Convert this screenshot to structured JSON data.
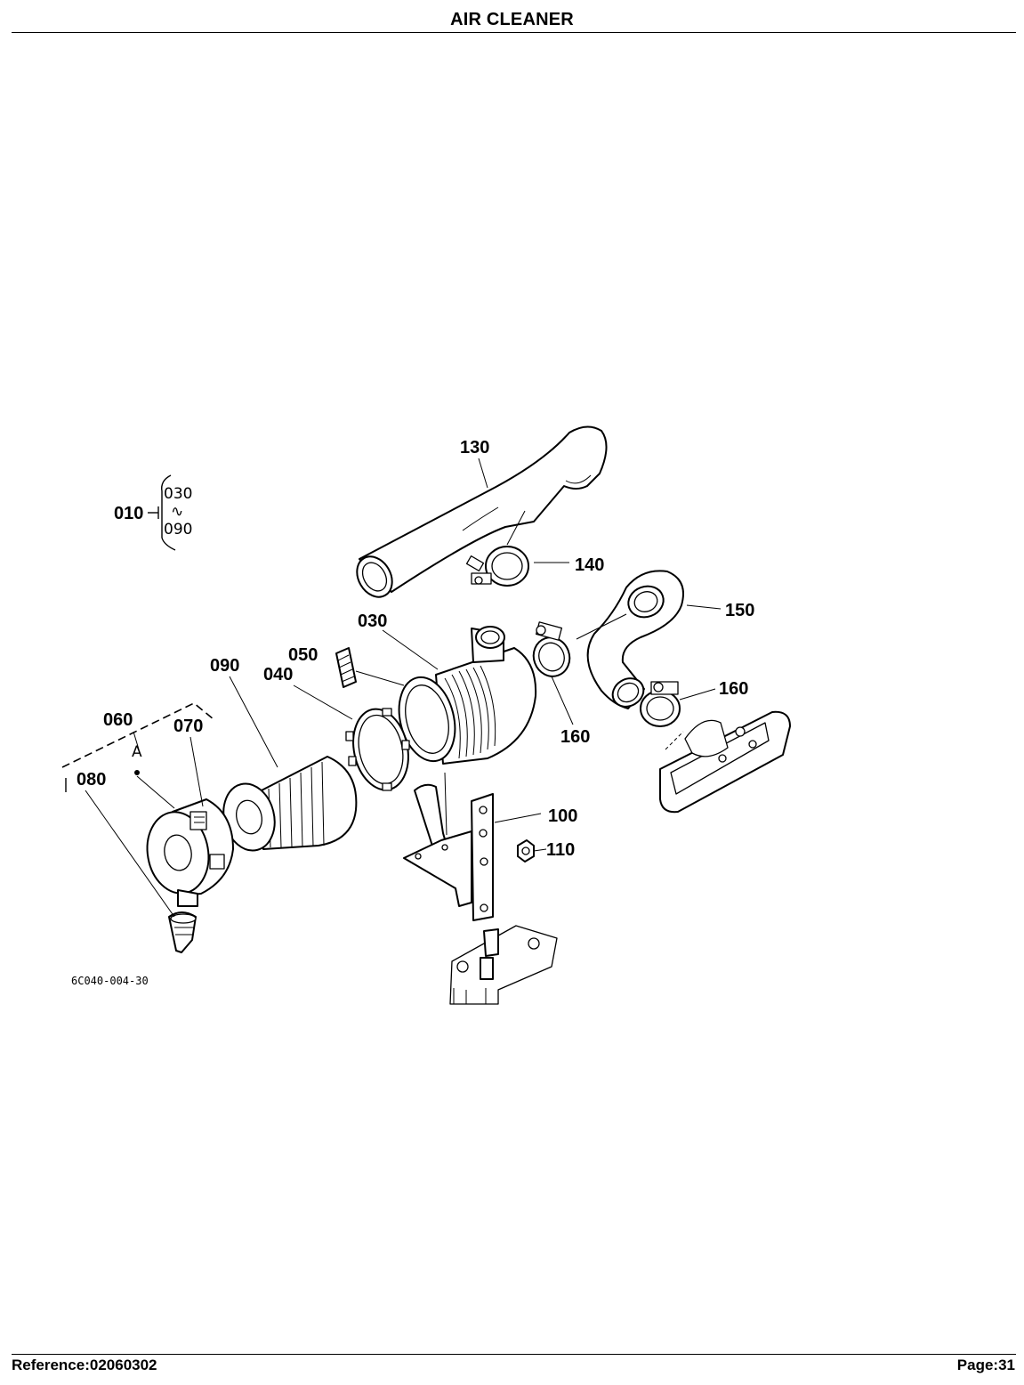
{
  "header": {
    "title": "AIR CLEANER"
  },
  "footer": {
    "reference": "Reference:02060302",
    "page": "Page:31"
  },
  "diagram": {
    "figure_code": "6C040-004-30",
    "detail_letter": "A",
    "assembly_group": {
      "parent": "010",
      "from": "030",
      "range_mark": "∿",
      "to": "090"
    },
    "callouts": {
      "c030": "030",
      "c040": "040",
      "c050": "050",
      "c060": "060",
      "c070": "070",
      "c080": "080",
      "c090": "090",
      "c100": "100",
      "c110": "110",
      "c130": "130",
      "c140": "140",
      "c150": "150",
      "c160a": "160",
      "c160b": "160"
    }
  }
}
